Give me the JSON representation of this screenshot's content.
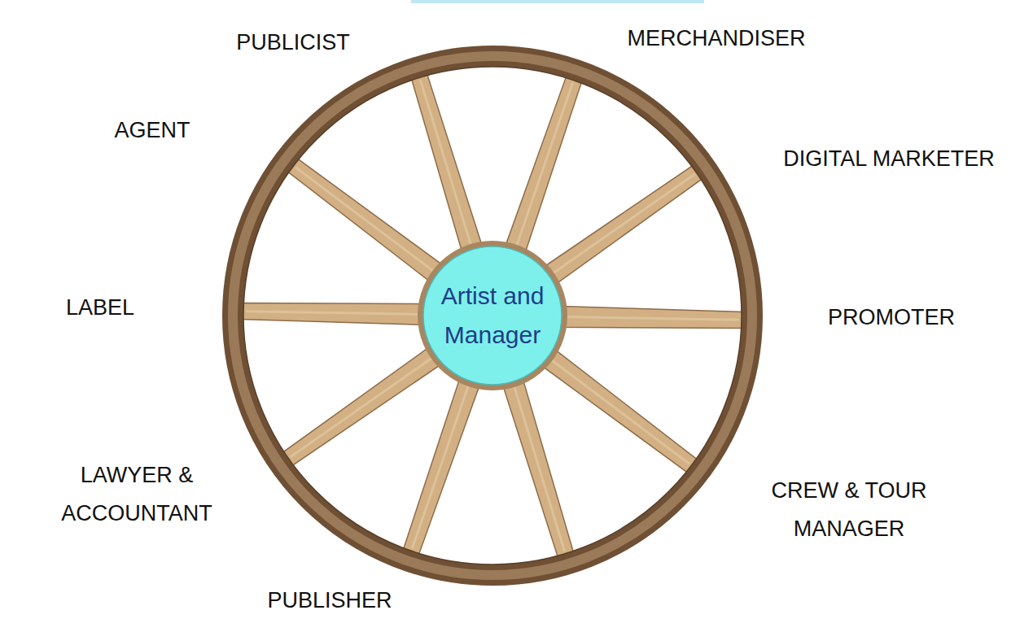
{
  "diagram": {
    "nodes": [
      {
        "text": [
          "Artist and Manager"
        ]
      }
    ],
    "labels": [
      "PUBLICIST",
      "MERCHANDISER",
      "AGENT",
      "DIGITAL MARKETER",
      "LABEL",
      "PROMOTER",
      "LAWYER & ACCOUNTANT",
      "CREW & TOUR MANAGER",
      "PUBLISHER"
    ]
  }
}
